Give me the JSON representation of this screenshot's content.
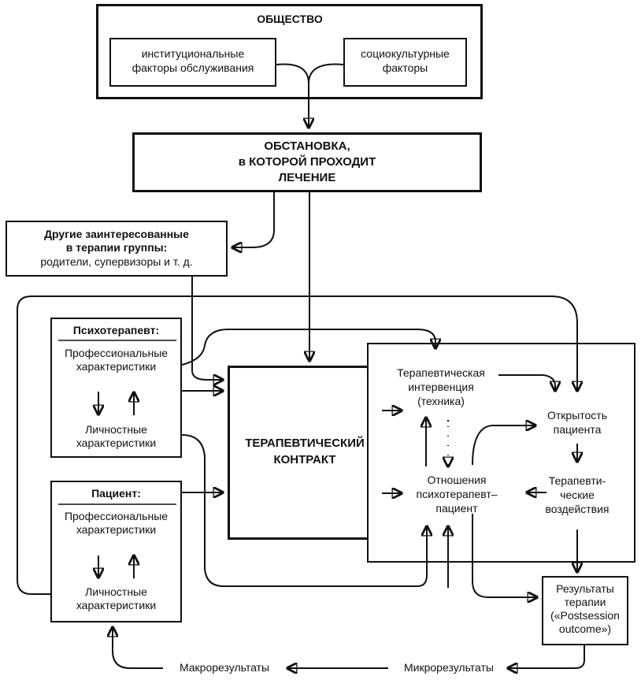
{
  "society": {
    "title": "ОБЩЕСТВО",
    "institutional": [
      "институциональные",
      "факторы обслуживания"
    ],
    "sociocultural": [
      "социокультурные",
      "факторы"
    ]
  },
  "setting": [
    "ОБСТАНОВКА,",
    "в КОТОРОЙ ПРОХОДИТ",
    "ЛЕЧЕНИЕ"
  ],
  "stakeholders": {
    "title": [
      "Другие заинтересованные",
      "в терапии группы:"
    ],
    "body": "родители, супервизоры и т. д."
  },
  "therapist": {
    "title": "Психотерапевт:",
    "professional": [
      "Профессиональные",
      "характеристики"
    ],
    "personal": [
      "Личностные",
      "характеристики"
    ]
  },
  "patient": {
    "title": "Пациент:",
    "professional": [
      "Профессиональные",
      "характеристики"
    ],
    "personal": [
      "Личностные",
      "характеристики"
    ]
  },
  "contract": [
    "ТЕРАПЕВТИЧЕСКИЙ",
    "КОНТРАКТ"
  ],
  "process": {
    "intervention": [
      "Терапевтическая",
      "интервенция",
      "(техника)"
    ],
    "openness": [
      "Открытость",
      "пациента"
    ],
    "relationship": [
      "Отношения",
      "психотерапевт–",
      "пациент"
    ],
    "effects": [
      "Терапевти-",
      "ческие",
      "воздействия"
    ]
  },
  "results": [
    "Результаты",
    "терапии",
    "(«Postsession",
    "outcome»)"
  ],
  "macro": "Макрорезультаты",
  "micro": "Микрорезультаты"
}
